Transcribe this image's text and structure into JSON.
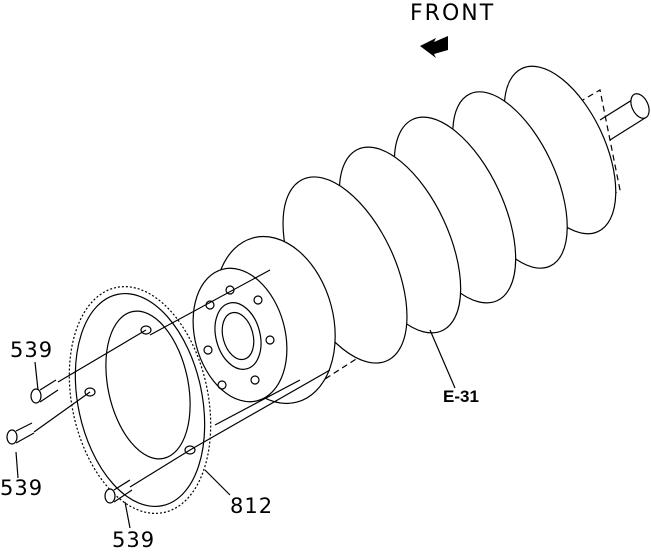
{
  "diagram": {
    "direction_label": "FRONT",
    "direction_icon": "front-arrow-icon",
    "callouts": {
      "bolt_top": "539",
      "bolt_middle": "539",
      "bolt_bottom": "539",
      "ring_gear": "812",
      "crankshaft_ref": "E-31"
    }
  }
}
